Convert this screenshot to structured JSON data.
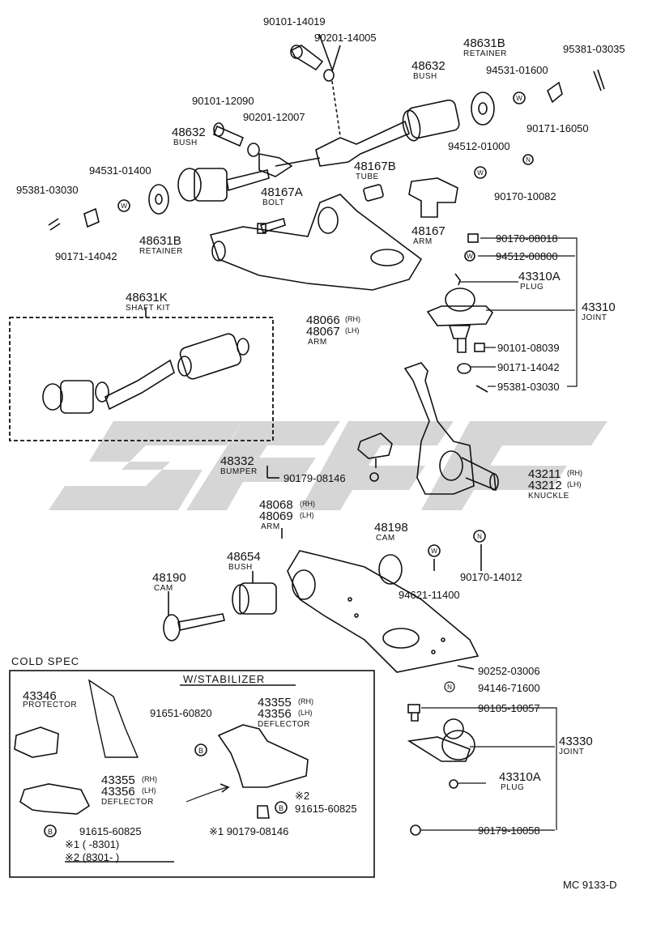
{
  "diagram_code": "MC 9133-D",
  "parts": {
    "p90101_14019": "90101-14019",
    "p90201_14005": "90201-14005",
    "p48631B_top": "48631B",
    "retainer_top": "RETAINER",
    "p95381_03035": "95381-03035",
    "p48632_top": "48632",
    "bush_top": "BUSH",
    "p94531_01600": "94531-01600",
    "p90101_12090": "90101-12090",
    "p90201_12007": "90201-12007",
    "p90171_16050": "90171-16050",
    "p48632_mid": "48632",
    "bush_mid": "BUSH",
    "p94512_01000": "94512-01000",
    "p94531_01400": "94531-01400",
    "p48167B": "48167B",
    "tube": "TUBE",
    "p48167A": "48167A",
    "bolt": "BOLT",
    "p90170_10082": "90170-10082",
    "p95381_03030_left": "95381-03030",
    "p48167": "48167",
    "arm_48167": "ARM",
    "p48631B_left": "48631B",
    "retainer_left": "RETAINER",
    "p90171_14042_left": "90171-14042",
    "p90170_08018": "90170-08018",
    "p94512_00800": "94512-00800",
    "p43310A_top": "43310A",
    "plug_top": "PLUG",
    "p48631K": "48631K",
    "shaft_kit": "SHAFT KIT",
    "p48066": "48066",
    "rh_48066": "(RH)",
    "p48067": "48067",
    "lh_48067": "(LH)",
    "arm_48066": "ARM",
    "p43310": "43310",
    "joint_43310": "JOINT",
    "p90101_08039": "90101-08039",
    "p90171_14042_right": "90171-14042",
    "p95381_03030_right": "95381-03030",
    "p48332": "48332",
    "bumper": "BUMPER",
    "p90179_08146": "90179-08146",
    "p43211": "43211",
    "rh_43211": "(RH)",
    "p43212": "43212",
    "lh_43212": "(LH)",
    "knuckle": "KNUCKLE",
    "p48068": "48068",
    "rh_48068": "(RH)",
    "p48069": "48069",
    "lh_48069": "(LH)",
    "arm_48068": "ARM",
    "p48198": "48198",
    "cam_48198": "CAM",
    "p48654": "48654",
    "bush_48654": "BUSH",
    "p48190": "48190",
    "cam_48190": "CAM",
    "p94621_11400": "94621-11400",
    "p90170_14012": "90170-14012",
    "p90252_03006": "90252-03006",
    "p94146_71600": "94146-71600",
    "p90105_10057": "90105-10057",
    "p43330": "43330",
    "joint_43330": "JOINT",
    "p43310A_bot": "43310A",
    "plug_bot": "PLUG",
    "p90179_10058": "90179-10058"
  },
  "cold_spec": {
    "title": "COLD SPEC",
    "p43346": "43346",
    "protector": "PROTECTOR",
    "p43355_left": "43355",
    "rh_left": "(RH)",
    "p43356_left": "43356",
    "lh_left": "(LH)",
    "deflector_left": "DEFLECTOR",
    "p91615_60825_left": "91615-60825",
    "note1": "※1 (      -8301)",
    "note2": "※2 (8301-      )"
  },
  "stabilizer": {
    "title": "W/STABILIZER",
    "p91651_60820": "91651-60820",
    "p43355_right": "43355",
    "rh_right": "(RH)",
    "p43356_right": "43356",
    "lh_right": "(LH)",
    "deflector_right": "DEFLECTOR",
    "mark2": "※2",
    "p91615_60825_right": "91615-60825",
    "p90179_08146_note": "※1 90179-08146"
  },
  "icons": {
    "W": "W",
    "N": "N",
    "B": "B"
  },
  "colors": {
    "watermark": "#c8c8c8",
    "ink": "#111111"
  }
}
